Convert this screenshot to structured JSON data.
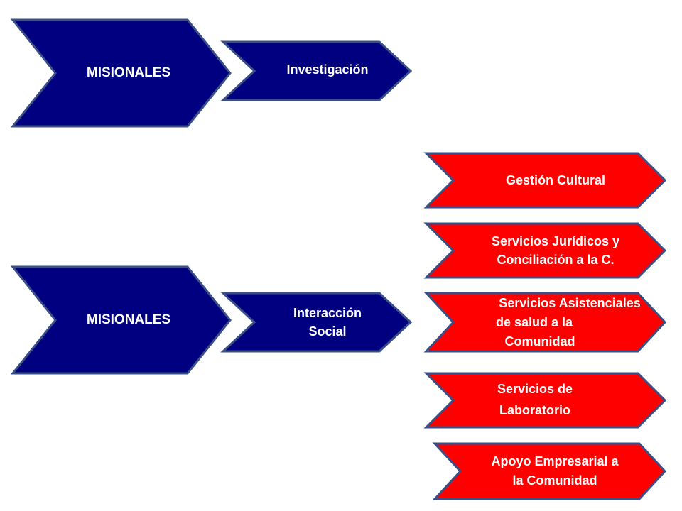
{
  "top_group": {
    "category": "MISIONALES",
    "process": "Investigación"
  },
  "bottom_group": {
    "category": "MISIONALES",
    "process_line1": "Interacción",
    "process_line2": "Social"
  },
  "services": [
    {
      "line1": "Gestión Cultural",
      "line2": ""
    },
    {
      "line1": "Servicios Jurídicos y",
      "line2": "Conciliación a la C."
    },
    {
      "line1": "Servicios Asistenciales",
      "line2": "de salud a la",
      "line3": "Comunidad"
    },
    {
      "line1": "Servicios de",
      "line2": "Laboratorio"
    },
    {
      "line1": "Apoyo Empresarial a",
      "line2": "la Comunidad"
    }
  ],
  "colors": {
    "blue": "#000080",
    "red": "#ff0000",
    "outline": "#3a4f86"
  }
}
